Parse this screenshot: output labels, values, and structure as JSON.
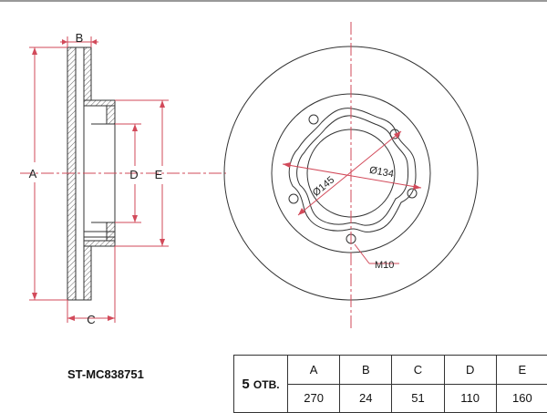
{
  "colors": {
    "outline": "#333333",
    "hatch": "#555555",
    "dimension": "#d24a5a",
    "text": "#222222"
  },
  "side_view": {
    "labels": {
      "a": "A",
      "b": "B",
      "c": "C",
      "d": "D",
      "e": "E"
    }
  },
  "front_view": {
    "labels": {
      "bolt_circle": "Ø134",
      "hub_diameter": "Ø145",
      "thread": "M10"
    },
    "bolt_hole_count": 5
  },
  "part_number": "ST-MC838751",
  "spec_table": {
    "holes_count": "5",
    "holes_suffix": "ОТВ.",
    "headers": [
      "A",
      "B",
      "C",
      "D",
      "E"
    ],
    "values": [
      "270",
      "24",
      "51",
      "110",
      "160"
    ]
  }
}
